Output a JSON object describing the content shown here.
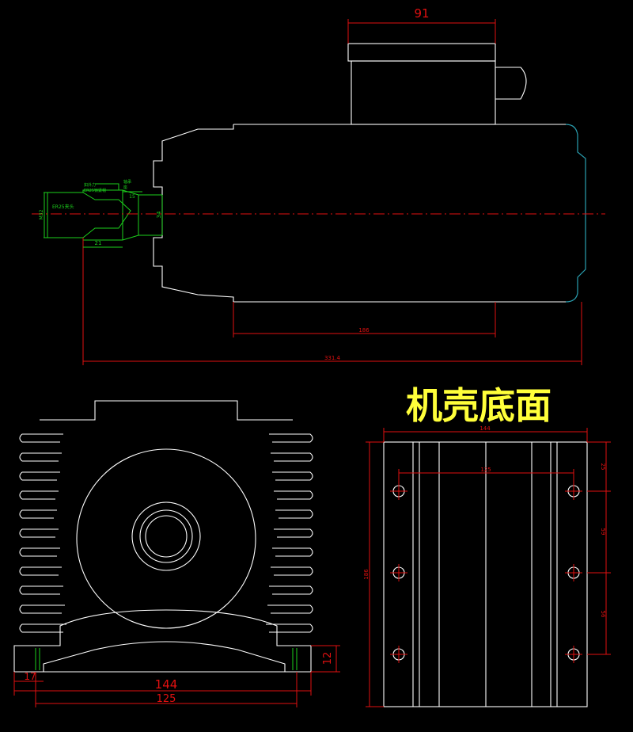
{
  "title": "机壳底面",
  "side_view": {
    "dims": {
      "top_width": "91",
      "body_length": "186",
      "overall_length": "331.4",
      "collet_length": "21",
      "neck_width": "15",
      "neck_height": "34",
      "collet_diameter": "M32"
    },
    "labels": {
      "collet": "ER25夹头",
      "note1": "如外力",
      "note2": "ER25锁紧帽",
      "note3": "轴承",
      "note4": "座"
    }
  },
  "front_view": {
    "dims": {
      "width": "144",
      "hole_spacing": "125",
      "foot_width": "17",
      "foot_height": "12"
    }
  },
  "bottom_view": {
    "dims": {
      "width": "144",
      "hole_spacing": "125",
      "length": "186",
      "top_offset": "25",
      "pitch_1": "59",
      "pitch_2": "56"
    }
  },
  "colors": {
    "outline": "#ffffff",
    "dimension": "#e01010",
    "collet": "#1cd01c",
    "title": "#ffff3a",
    "cap": "#2a9fb0"
  }
}
